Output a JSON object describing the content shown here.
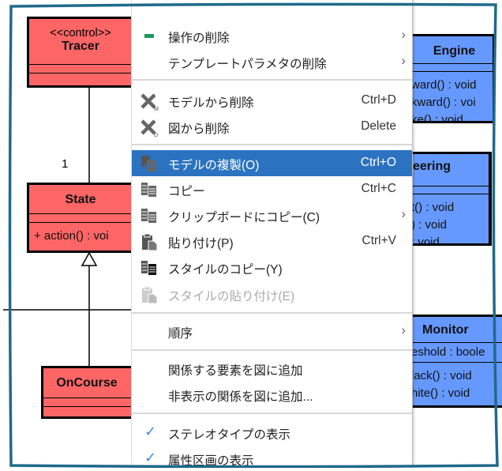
{
  "diagram": {
    "tracer": {
      "stereotype": "<<control>>",
      "name": "Tracer"
    },
    "state": {
      "name": "State",
      "methods": [
        "+ action() : voi"
      ]
    },
    "multiplicity": "1",
    "oncourse": {
      "name": "OnCourse"
    },
    "engine": {
      "name": "Engine",
      "methods": [
        "ward() : void",
        "kward() : voi",
        "ke() : void"
      ]
    },
    "steering": {
      "name": "eering",
      "methods": [
        "t() : void",
        ") : void",
        ": void"
      ]
    },
    "monitor": {
      "name": "Monitor",
      "attributes": [
        "eshold : boole"
      ],
      "methods": [
        "lack() : void",
        "hite() : void"
      ]
    }
  },
  "menu": {
    "items": [
      {
        "label": "操作の削除",
        "submenu": true
      },
      {
        "label": "テンプレートパラメタの削除",
        "submenu": true
      },
      {
        "label": "モデルから削除",
        "shortcut": "Ctrl+D"
      },
      {
        "label": "図から削除",
        "shortcut": "Delete"
      },
      {
        "label": "モデルの複製(O)",
        "shortcut": "Ctrl+O",
        "highlighted": true
      },
      {
        "label": "コピー",
        "shortcut": "Ctrl+C"
      },
      {
        "label": "クリップボードにコピー(C)",
        "submenu": true
      },
      {
        "label": "貼り付け(P)",
        "shortcut": "Ctrl+V"
      },
      {
        "label": "スタイルのコピー(Y)"
      },
      {
        "label": "スタイルの貼り付け(E)",
        "disabled": true
      },
      {
        "label": "順序",
        "submenu": true
      },
      {
        "label": "関係する要素を図に追加"
      },
      {
        "label": "非表示の関係を図に追加..."
      },
      {
        "label": "ステレオタイプの表示",
        "checked": true
      },
      {
        "label": "属性区画の表示",
        "checked": true
      }
    ],
    "chevron": "›"
  },
  "colors": {
    "class_red": "#fe6666",
    "class_blue": "#6699ff",
    "highlight": "#2b73c0",
    "frame": "#1f6a8a",
    "check": "#3a8ee6"
  }
}
